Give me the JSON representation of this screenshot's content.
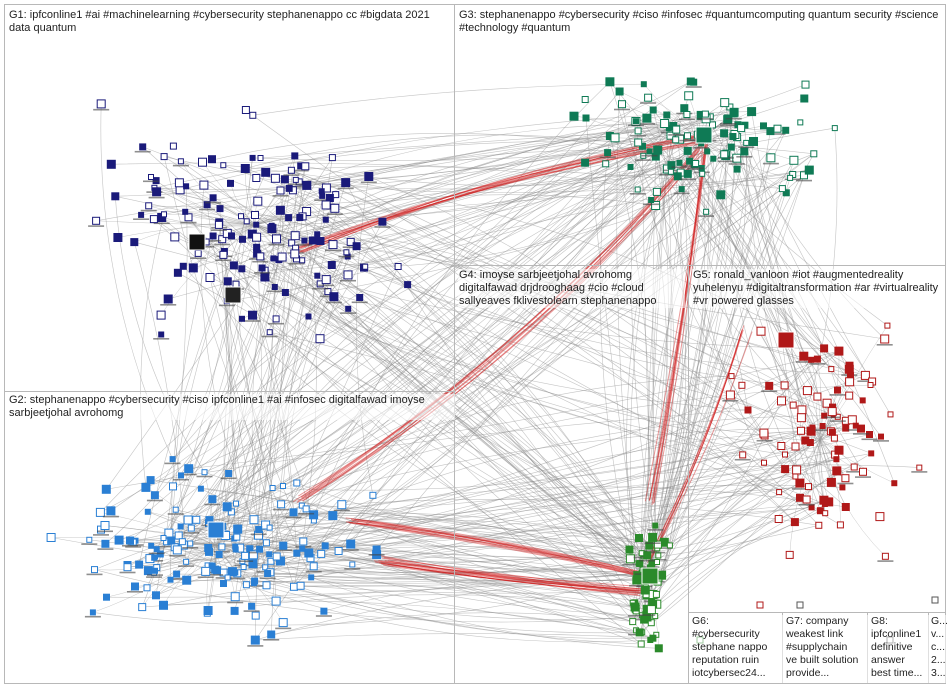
{
  "groups": [
    {
      "id": "G1",
      "label": "G1: ipfconline1 #ai #machinelearning #cybersecurity stephanenappo cc #bigdata 2021 data quantum",
      "color": "#1a1a7a"
    },
    {
      "id": "G2",
      "label": "G2: stephanenappo #cybersecurity #ciso ipfconline1 #ai #infosec digitalfawad imoyse sarbjeetjohal avrohomg",
      "color": "#2a7fd4"
    },
    {
      "id": "G3",
      "label": "G3: stephanenappo #cybersecurity #ciso #infosec #quantumcomputing quantum security #science #technology #quantum",
      "color": "#0f7a55"
    },
    {
      "id": "G4",
      "label": "G4: imoyse sarbjeetjohal avrohomg digitalfawad drjdrooghaag #cio #cloud sallyeaves fklivestolearn stephanenappo",
      "color": "#2b8a2b"
    },
    {
      "id": "G5",
      "label": "G5: ronald_vanloon #iot #augmentedreality yuhelenyu #digitaltransformation #ar #virtualreality #vr powered glasses",
      "color": "#b01818"
    },
    {
      "id": "G6",
      "label": "G6:\n#cybersecurity\nstephane nappo\nreputation ruin\niotcybersec24...",
      "color": "#555555"
    },
    {
      "id": "G7",
      "label": "G7: company\nweakest link\n#supplychain\nve built solution\nprovide...",
      "color": "#555555"
    },
    {
      "id": "G8",
      "label": "G8:\nipfconline1\ndefinitive\nanswer\nbest time...",
      "color": "#555555"
    },
    {
      "id": "G9",
      "label": "G...\nv...\nc...\n2...\n3...",
      "color": "#555555"
    }
  ]
}
